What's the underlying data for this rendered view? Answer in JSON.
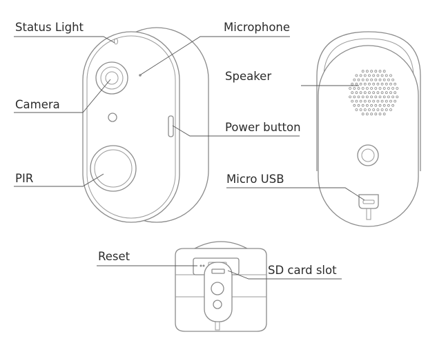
{
  "labels": {
    "status_light": "Status Light",
    "microphone": "Microphone",
    "camera": "Camera",
    "speaker": "Speaker",
    "power_button": "Power button",
    "pir": "PIR",
    "micro_usb": "Micro USB",
    "reset": "Reset",
    "sd_card_slot": "SD card slot"
  },
  "icons": {
    "front_view": "doorbell-front-icon",
    "back_view": "doorbell-back-icon",
    "bottom_view": "doorbell-bottom-icon"
  },
  "colors": {
    "outline": "#8a8a8a",
    "text": "#2b2b2b",
    "leader": "#555555"
  }
}
